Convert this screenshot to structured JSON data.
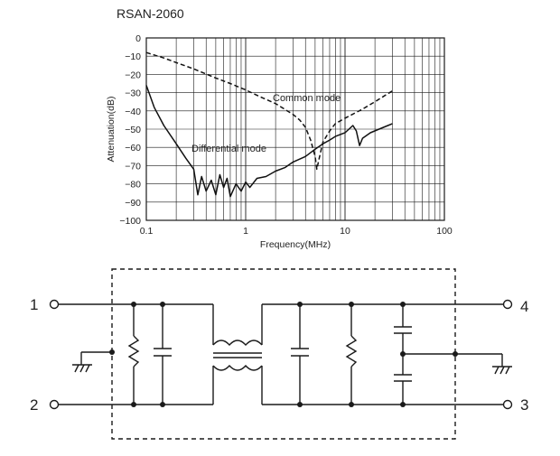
{
  "chart_data": {
    "type": "line",
    "title": "RSAN-2060",
    "xlabel": "Frequency(MHz)",
    "ylabel": "Attenuation(dB)",
    "x_scale": "log",
    "xlim": [
      0.1,
      100
    ],
    "ylim": [
      -100,
      0
    ],
    "grid": true,
    "x_ticks": [
      {
        "value": 0.1,
        "label": "0.1"
      },
      {
        "value": 1,
        "label": "1"
      },
      {
        "value": 10,
        "label": "10"
      },
      {
        "value": 100,
        "label": "100"
      }
    ],
    "y_ticks": [
      {
        "value": 0,
        "label": "0"
      },
      {
        "value": -10,
        "label": "−10"
      },
      {
        "value": -20,
        "label": "−20"
      },
      {
        "value": -30,
        "label": "−30"
      },
      {
        "value": -40,
        "label": "−40"
      },
      {
        "value": -50,
        "label": "−50"
      },
      {
        "value": -60,
        "label": "−60"
      },
      {
        "value": -70,
        "label": "−70"
      },
      {
        "value": -80,
        "label": "−80"
      },
      {
        "value": -90,
        "label": "−90"
      },
      {
        "value": -100,
        "label": "−100"
      }
    ],
    "series": [
      {
        "name": "Common mode",
        "style": "dashed",
        "x": [
          0.1,
          0.15,
          0.2,
          0.3,
          0.5,
          0.7,
          1,
          1.5,
          2,
          3,
          3.5,
          4,
          4.5,
          5,
          5.2,
          5.5,
          6,
          7,
          8,
          10,
          15,
          20,
          30
        ],
        "y": [
          -8,
          -11,
          -13.5,
          -17,
          -22,
          -25,
          -28.5,
          -33,
          -36,
          -42,
          -45,
          -49,
          -56,
          -65,
          -72,
          -66,
          -57,
          -51,
          -47,
          -44,
          -39,
          -35,
          -29
        ]
      },
      {
        "name": "Differential mode",
        "style": "solid",
        "x": [
          0.1,
          0.12,
          0.15,
          0.2,
          0.25,
          0.3,
          0.33,
          0.36,
          0.4,
          0.45,
          0.5,
          0.55,
          0.6,
          0.65,
          0.7,
          0.8,
          0.9,
          1,
          1.1,
          1.3,
          1.6,
          2,
          2.5,
          3,
          4,
          5,
          6,
          7,
          8,
          10,
          12,
          13,
          14,
          15,
          18,
          22,
          27,
          30
        ],
        "y": [
          -26,
          -38,
          -48,
          -58,
          -66,
          -72,
          -86,
          -76,
          -84,
          -78,
          -86,
          -75,
          -82,
          -77,
          -87,
          -80,
          -84,
          -79,
          -82,
          -77,
          -76,
          -73,
          -71,
          -68,
          -65,
          -61,
          -58,
          -56,
          -54,
          -52,
          -48,
          -51,
          -59,
          -55,
          -52,
          -50,
          -48,
          -47
        ]
      }
    ],
    "annotations": [
      "Common mode",
      "Differential mode"
    ]
  },
  "schematic": {
    "terminals": [
      "1",
      "2",
      "3",
      "4"
    ]
  },
  "colors": {
    "ink": "#1a1a1a",
    "grid": "#1a1a1a",
    "background": "#ffffff"
  }
}
